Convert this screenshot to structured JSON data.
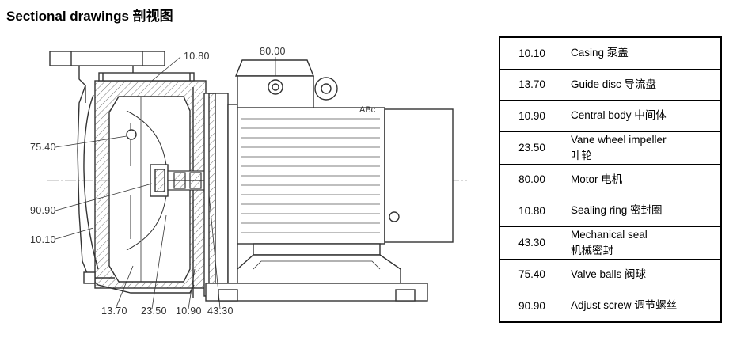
{
  "title": "Sectional drawings 剖视图",
  "drawing": {
    "motor_label": "ABc"
  },
  "callouts": [
    {
      "text": "10.80"
    },
    {
      "text": "80.00"
    },
    {
      "text": "75.40"
    },
    {
      "text": "90.90"
    },
    {
      "text": "10.10"
    },
    {
      "text": "13.70"
    },
    {
      "text": "23.50"
    },
    {
      "text": "10.90"
    },
    {
      "text": "43.30"
    }
  ],
  "parts_table": [
    {
      "code": "10.10",
      "description": "Casing 泵盖"
    },
    {
      "code": "13.70",
      "description": "Guide disc  导流盘"
    },
    {
      "code": "10.90",
      "description": "Central body 中间体"
    },
    {
      "code": "23.50",
      "description": "Vane wheel impeller\n叶轮"
    },
    {
      "code": "80.00",
      "description": "Motor 电机"
    },
    {
      "code": "10.80",
      "description": "Sealing ring 密封圈"
    },
    {
      "code": "43.30",
      "description": "Mechanical seal\n机械密封"
    },
    {
      "code": "75.40",
      "description": "Valve balls 阀球"
    },
    {
      "code": "90.90",
      "description": "Adjust screw 调节螺丝"
    }
  ],
  "colors": {
    "line": "#333333",
    "hatch": "#777777",
    "text": "#000000"
  }
}
